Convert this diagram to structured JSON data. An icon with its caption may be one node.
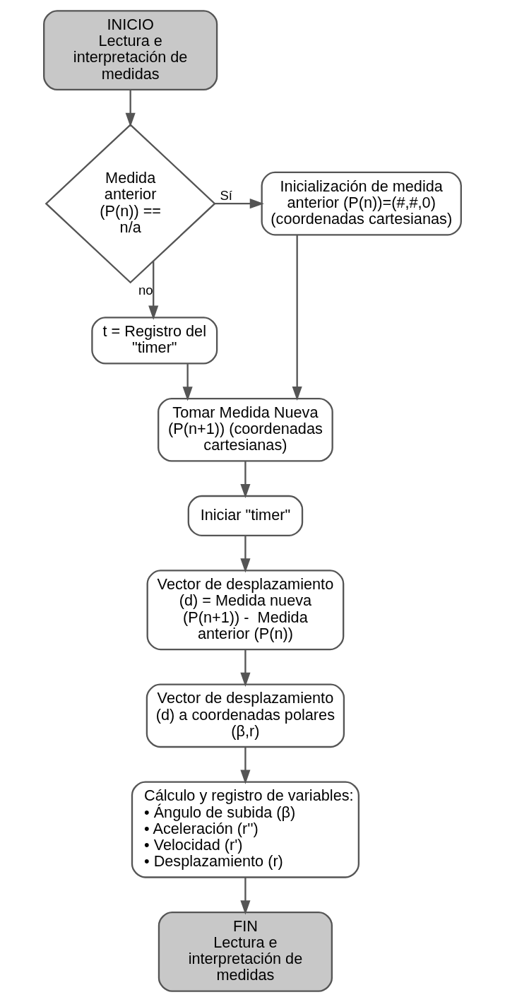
{
  "diagram": {
    "nodes": [
      {
        "text": [
          "INICIO",
          "Lectura e interpretación de medidas"
        ]
      },
      {
        "text": [
          "Medida anterior (P(n)) == n/a"
        ]
      },
      {
        "text": [
          "Inicialización de medida anterior (P(n))=(#,#,0) (coordenadas cartesianas)"
        ]
      },
      {
        "text": [
          "t = Registro del \"timer\""
        ]
      },
      {
        "text": [
          "Tomar Medida Nueva (P(n+1)) (coordenadas cartesianas)"
        ]
      },
      {
        "text": [
          "Iniciar \"timer\""
        ]
      },
      {
        "text": [
          "Vector de desplazamiento (d) = Medida nueva (P(n+1)) -  Medida anterior (P(n))"
        ]
      },
      {
        "text": [
          "Vector de desplazamiento (d) a coordenadas polares (β,r)"
        ]
      },
      {
        "text": [
          "Cálculo y registro de variables:",
          "• Ángulo de subida (β)",
          "• Aceleración (r'')",
          "• Velocidad (r')",
          "• Desplazamiento (r)"
        ]
      },
      {
        "text": [
          "FIN",
          "Lectura e interpretación de medidas"
        ]
      }
    ],
    "edges": [
      {
        "from": 0,
        "to": 1,
        "arrow": "to"
      },
      {
        "from": 1,
        "to": 2,
        "arrow": "to",
        "label": "Sí"
      },
      {
        "from": 1,
        "to": 3,
        "arrow": "to",
        "label": "no"
      },
      {
        "from": 2,
        "to": 4,
        "arrow": "to"
      },
      {
        "from": 3,
        "to": 4,
        "arrow": "to"
      },
      {
        "from": 4,
        "to": 5,
        "arrow": "to"
      },
      {
        "from": 5,
        "to": 6,
        "arrow": "to"
      },
      {
        "from": 6,
        "to": 7,
        "arrow": "to"
      },
      {
        "from": 7,
        "to": 8,
        "arrow": "to"
      },
      {
        "from": 8,
        "to": 9,
        "arrow": "to"
      }
    ]
  }
}
